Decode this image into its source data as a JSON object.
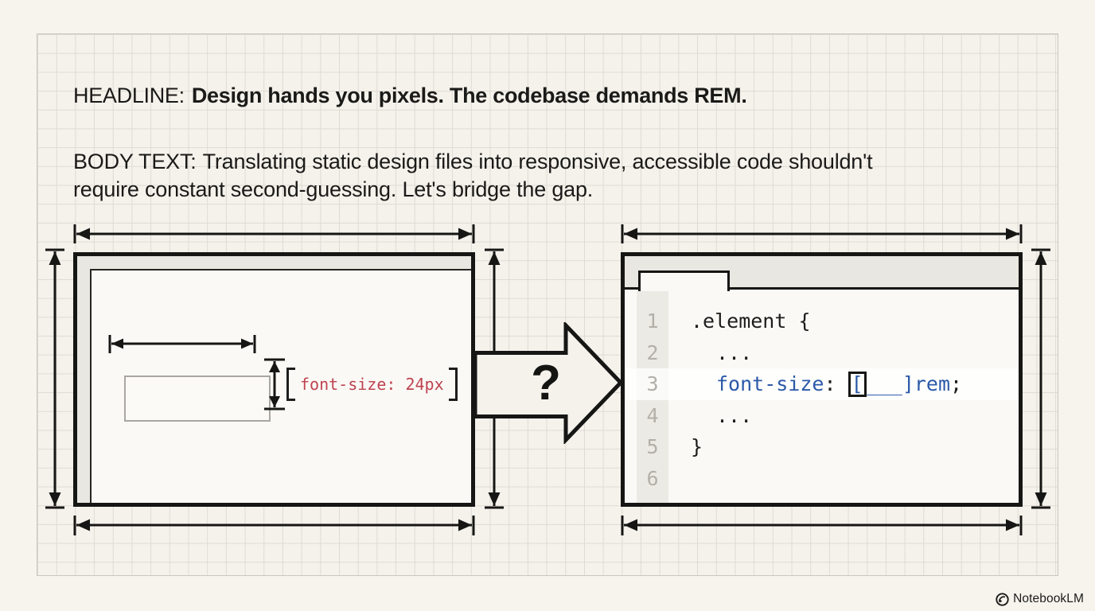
{
  "colors": {
    "page_bg": "#f7f4ee",
    "grid_bg": "#f5f2ec",
    "grid_line": "#dedbd3",
    "panel_gray": "#e9e7e1",
    "panel_white": "#faf9f5",
    "ink": "#161614",
    "code_blue": "#2b59a8",
    "annotation_red": "#c04351",
    "line_number_gray": "#b2b0a9"
  },
  "headline": {
    "label": "HEADLINE:",
    "emphasis": "Design hands you pixels. The codebase demands REM."
  },
  "body_text": {
    "label": "BODY TEXT:",
    "line1": "Translating static design files into responsive, accessible code shouldn't",
    "line2": "require constant second-guessing. Let's bridge the gap."
  },
  "design_panel": {
    "annotation": {
      "open_bracket": "[",
      "label": "font-size: 24px",
      "close_bracket": "]"
    }
  },
  "transform_arrow": {
    "question_mark": "?"
  },
  "code_panel": {
    "line_numbers": [
      "1",
      "2",
      "3",
      "4",
      "5",
      "6"
    ],
    "code": {
      "line1": ".element {",
      "line2": "...",
      "line3": {
        "property": "font-size",
        "colon": ":",
        "cursor_char": "[",
        "blank": "___",
        "unit": "]rem",
        "semicolon": ";"
      },
      "line4": "...",
      "line5": "}"
    }
  },
  "watermark": {
    "brand": "NotebookLM"
  }
}
